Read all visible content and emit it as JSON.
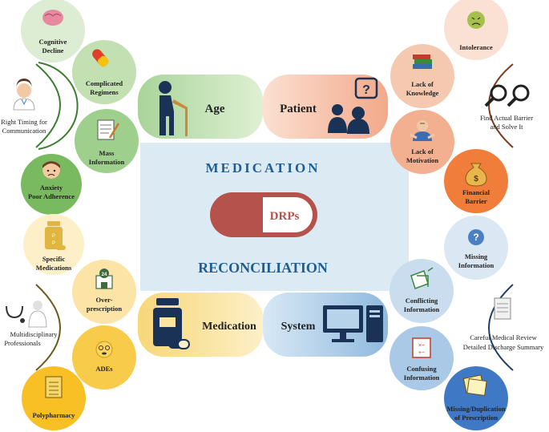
{
  "title_top": "MEDICATION",
  "title_bottom": "RECONCILIATION",
  "center_pill": "DRPs",
  "quadrants": {
    "age": "Age",
    "patient": "Patient",
    "medication": "Medication",
    "system": "System"
  },
  "age_bubbles": {
    "cognitive_decline": [
      "Cognitive",
      "Decline"
    ],
    "complicated_regimens": [
      "Complicated",
      "Regimens"
    ],
    "mass_information": [
      "Mass",
      "Information"
    ],
    "anxiety": [
      "Anxiety",
      "Poor Adherence"
    ],
    "right_timing": [
      "Right Timing for",
      "Communication"
    ]
  },
  "patient_bubbles": {
    "intolerance": [
      "Intolerance"
    ],
    "lack_knowledge": [
      "Lack of",
      "Knowledge"
    ],
    "lack_motivation": [
      "Lack of",
      "Motivation"
    ],
    "financial_barrier": [
      "Financial",
      "Barrier"
    ],
    "find_barrier": [
      "Find Actual Barrier",
      "and Solve It"
    ]
  },
  "medication_bubbles": {
    "specific_medications": [
      "Specific",
      "Medications"
    ],
    "over_prescription": [
      "Over-",
      "prescription"
    ],
    "ades": [
      "ADEs"
    ],
    "polypharmacy": [
      "Polypharmacy"
    ],
    "multidisciplinary": [
      "Multidisciplinary",
      "Professionals"
    ]
  },
  "system_bubbles": {
    "missing_information": [
      "Missing",
      "Information"
    ],
    "conflicting_information": [
      "Conflicting",
      "Information"
    ],
    "confusing_information": [
      "Confusing",
      "Information"
    ],
    "missing_duplication": [
      "Missing/Duplication",
      "of Prescription"
    ],
    "careful_review": [
      "Careful Medical Review",
      "Detailed Discharge Summary"
    ]
  },
  "icon_labels": {
    "over_prescription_badge": "24",
    "question_mark": "?"
  },
  "colors": {
    "center_bg": "#dcebf3",
    "title_blue": "#1f5d96",
    "age_green": "#bfe0b0",
    "patient_salmon": "#f6c3a9",
    "medication_yellow": "#fbe3a0",
    "system_blue": "#b7d3ea",
    "pill_red": "#b5524b",
    "navy_icon": "#1b3257"
  }
}
